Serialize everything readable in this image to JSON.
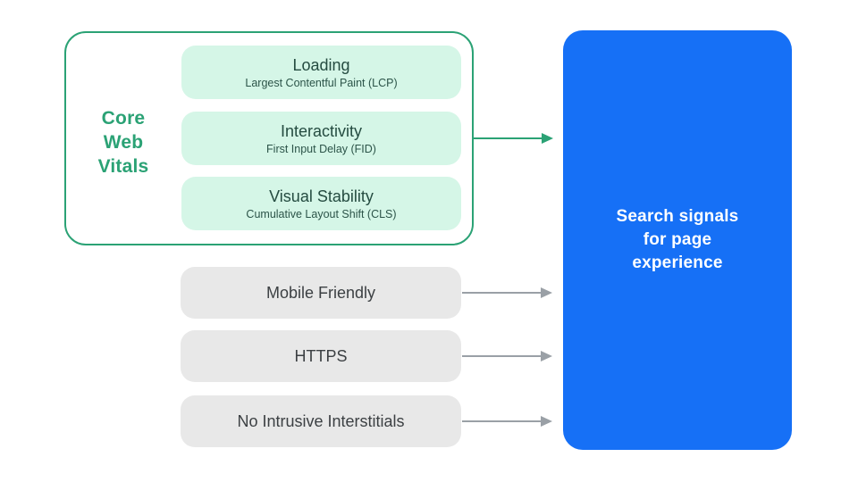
{
  "core_web_vitals_group": {
    "label": "Core Web Vitals",
    "label_lines": [
      "Core",
      "Web",
      "Vitals"
    ],
    "metrics": [
      {
        "title": "Loading",
        "subtitle": "Largest Contentful Paint (LCP)"
      },
      {
        "title": "Interactivity",
        "subtitle": "First Input Delay (FID)"
      },
      {
        "title": "Visual Stability",
        "subtitle": "Cumulative Layout Shift (CLS)"
      }
    ]
  },
  "other_signals": [
    {
      "label": "Mobile Friendly"
    },
    {
      "label": "HTTPS"
    },
    {
      "label": "No Intrusive Interstitials"
    }
  ],
  "result_box": {
    "label": "Search signals for page experience",
    "lines": [
      "Search signals",
      "for page",
      "experience"
    ]
  },
  "colors": {
    "green": "#2ba275",
    "green_fill": "#d5f6e7",
    "green_text_dark": "#254c41",
    "gray_fill": "#e8e8e8",
    "gray_text": "#3c4043",
    "gray_arrow": "#9aa0a6",
    "blue": "#1670f6",
    "white_text": "#ffffff",
    "background": "#ffffff"
  }
}
